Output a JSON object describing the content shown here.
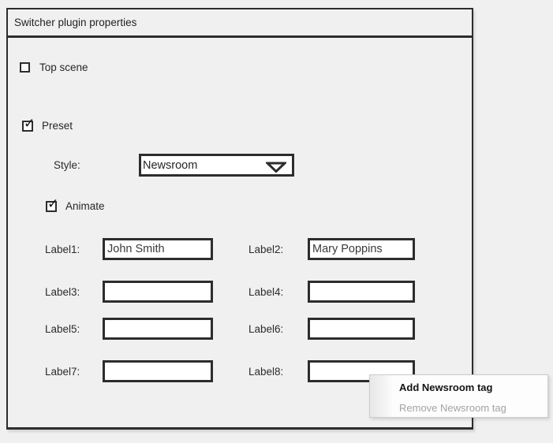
{
  "window": {
    "title": "Switcher plugin properties"
  },
  "controls": {
    "top_scene": {
      "label": "Top scene",
      "checked": false
    },
    "preset": {
      "label": "Preset",
      "checked": true
    },
    "style": {
      "label": "Style:",
      "value": "Newsroom"
    },
    "animate": {
      "label": "Animate",
      "checked": true
    }
  },
  "fields": [
    {
      "label": "Label1:",
      "value": "John Smith"
    },
    {
      "label": "Label2:",
      "value": "Mary Poppins"
    },
    {
      "label": "Label3:",
      "value": ""
    },
    {
      "label": "Label4:",
      "value": ""
    },
    {
      "label": "Label5:",
      "value": ""
    },
    {
      "label": "Label6:",
      "value": ""
    },
    {
      "label": "Label7:",
      "value": ""
    },
    {
      "label": "Label8:",
      "value": ""
    }
  ],
  "context_menu": {
    "items": [
      {
        "label": "Add Newsroom tag",
        "enabled": true
      },
      {
        "label": "Remove Newsroom tag",
        "enabled": false
      }
    ]
  },
  "icons": {
    "checkmark": "✓"
  },
  "colors": {
    "background": "#f0f0f0",
    "border": "#2d2d2d",
    "field_background": "#ffffff",
    "disabled_text": "#a3a3a3"
  }
}
